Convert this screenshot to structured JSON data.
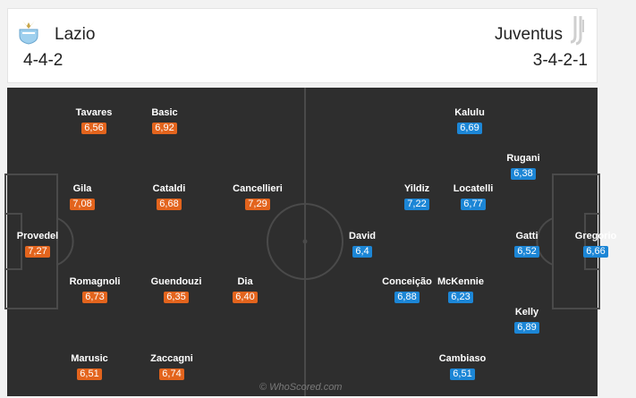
{
  "home": {
    "name": "Lazio",
    "formation": "4-4-2",
    "crest_icon": "lazio-eagle-crest-icon",
    "color": "#e3641d",
    "players": [
      {
        "name": "Tavares",
        "rating": "6,56"
      },
      {
        "name": "Basic",
        "rating": "6,92"
      },
      {
        "name": "Gila",
        "rating": "7,08"
      },
      {
        "name": "Cataldi",
        "rating": "6,68"
      },
      {
        "name": "Cancellieri",
        "rating": "7,29"
      },
      {
        "name": "Provedel",
        "rating": "7,27"
      },
      {
        "name": "Romagnoli",
        "rating": "6,73"
      },
      {
        "name": "Guendouzi",
        "rating": "6,35"
      },
      {
        "name": "Dia",
        "rating": "6,40"
      },
      {
        "name": "Marusic",
        "rating": "6,51"
      },
      {
        "name": "Zaccagni",
        "rating": "6,74"
      }
    ]
  },
  "away": {
    "name": "Juventus",
    "formation": "3-4-2-1",
    "crest_icon": "juventus-j-crest-icon",
    "color": "#1c86d6",
    "players": [
      {
        "name": "Kalulu",
        "rating": "6,69"
      },
      {
        "name": "Rugani",
        "rating": "6,38"
      },
      {
        "name": "Yildiz",
        "rating": "7,22"
      },
      {
        "name": "Locatelli",
        "rating": "6,77"
      },
      {
        "name": "David",
        "rating": "6,4"
      },
      {
        "name": "Gatti",
        "rating": "6,52"
      },
      {
        "name": "Gregorio",
        "rating": "6,66"
      },
      {
        "name": "Conceição",
        "rating": "6,88"
      },
      {
        "name": "McKennie",
        "rating": "6,23"
      },
      {
        "name": "Kelly",
        "rating": "6,89"
      },
      {
        "name": "Cambiaso",
        "rating": "6,51"
      }
    ]
  },
  "watermark": "© WhoScored.com"
}
